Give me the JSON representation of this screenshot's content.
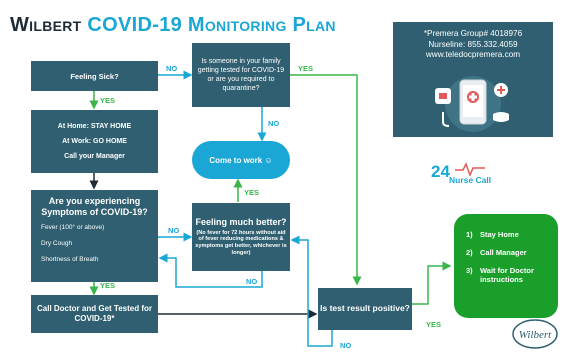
{
  "title": {
    "part1": "Wilbert",
    "part2": "COVID-19 Monitoring Plan"
  },
  "boxes": {
    "feeling_sick": "Feeling Sick?",
    "family_tested": "Is someone in your family getting tested for COVID-19 or are you required to quarantine?",
    "stay_home_line1": "At Home: STAY HOME",
    "stay_home_line2": "At Work: GO HOME",
    "stay_home_line3": "Call your Manager",
    "come_to_work": "Come to work ☺",
    "symptoms_question": "Are you experiencing Symptoms of COVID-19?",
    "symptom_items": [
      "Fever (100° or above)",
      "Dry Cough",
      "Shortness of Breath"
    ],
    "feeling_better_title": "Feeling much better?",
    "feeling_better_note": "(No fever for 72 hours without aid of fever reducing medications & symptoms get better, whichever is longer)",
    "call_doctor": "Call Doctor and Get Tested for COVID-19*",
    "test_result": "Is test result positive?"
  },
  "labels": {
    "yes": "YES",
    "no": "NO"
  },
  "contact": {
    "line1": "*Premera Group# 4018976",
    "line2": "Nurseline: 855.332.4059",
    "line3": "www.teledocpremera.com"
  },
  "nurse_call": {
    "number": "24",
    "text": "Nurse Call"
  },
  "positive_steps": [
    {
      "num": "1)",
      "text": "Stay Home"
    },
    {
      "num": "2)",
      "text": "Call Manager"
    },
    {
      "num": "3)",
      "text": "Wait for Doctor instructions"
    }
  ],
  "logo_text": "Wilbert",
  "colors": {
    "box": "#2f5f70",
    "yes": "#3ab54a",
    "no": "#1aa7d6",
    "come_to_work": "#1aa7d6",
    "positive": "#1aa02a"
  }
}
